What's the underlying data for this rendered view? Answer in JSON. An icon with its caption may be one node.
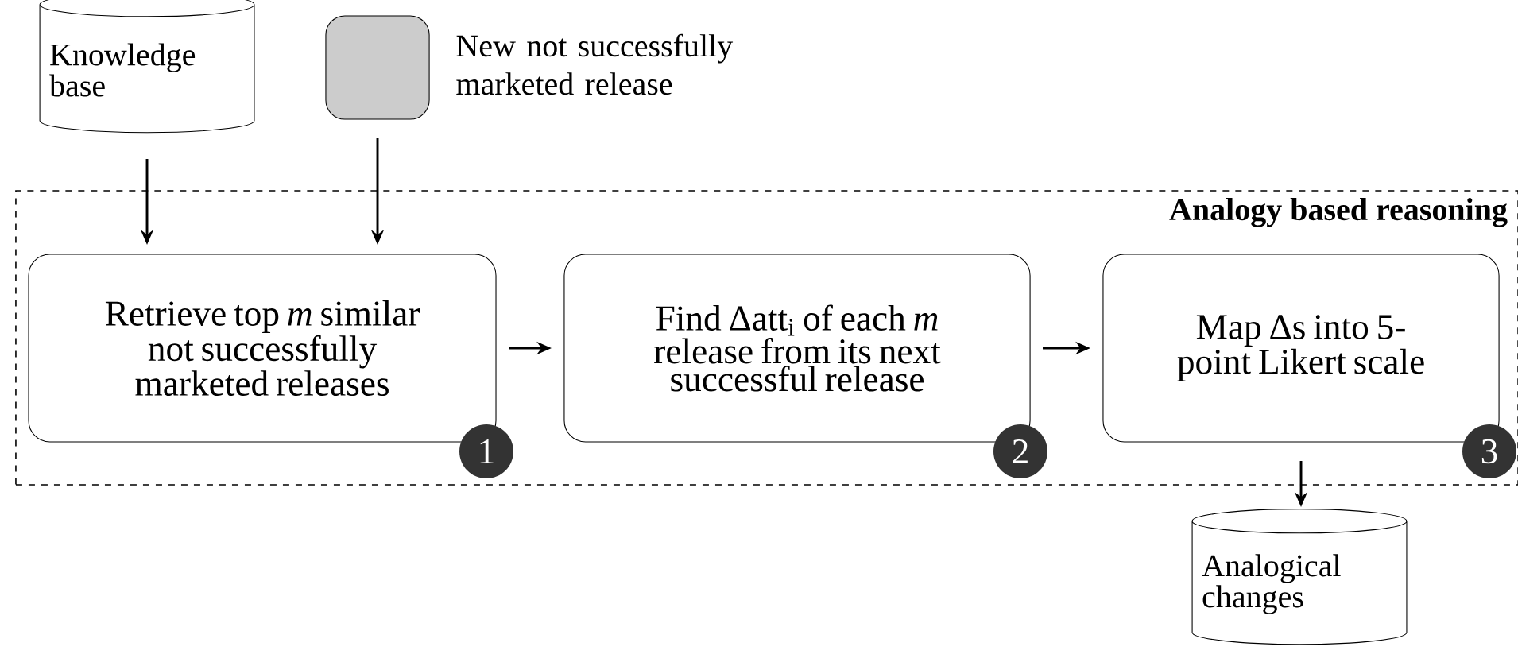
{
  "diagram": {
    "nodes": [
      {
        "text": [
          "Analogy based reasoning"
        ]
      },
      {
        "text": [
          "Knowledge base"
        ]
      },
      {
        "text": [],
        "shape": "box",
        "beside": [
          "New not successfully marketed release"
        ]
      },
      {
        "text": [
          "Retrieve top *m* similar not successfully marketed releases"
        ],
        "in": 0,
        "beside": [
          "1"
        ]
      },
      {
        "text": [
          "Find Δatt$_{i}$ of each *m* release from its next successful release"
        ],
        "in": 0,
        "beside": [
          "2"
        ]
      },
      {
        "text": [
          "Map Δs into 5-point Likert scale"
        ],
        "in": 0,
        "beside": [
          "3"
        ]
      },
      {
        "text": [
          "Analogical changes"
        ]
      }
    ],
    "edges": [
      {
        "from": 1,
        "to": 3,
        "arrow": "to"
      },
      {
        "from": 2,
        "to": 3,
        "arrow": "to"
      },
      {
        "from": 3,
        "to": 4,
        "arrow": "to"
      },
      {
        "from": 4,
        "to": 5,
        "arrow": "to"
      },
      {
        "from": 5,
        "to": 6,
        "arrow": "to"
      }
    ]
  }
}
